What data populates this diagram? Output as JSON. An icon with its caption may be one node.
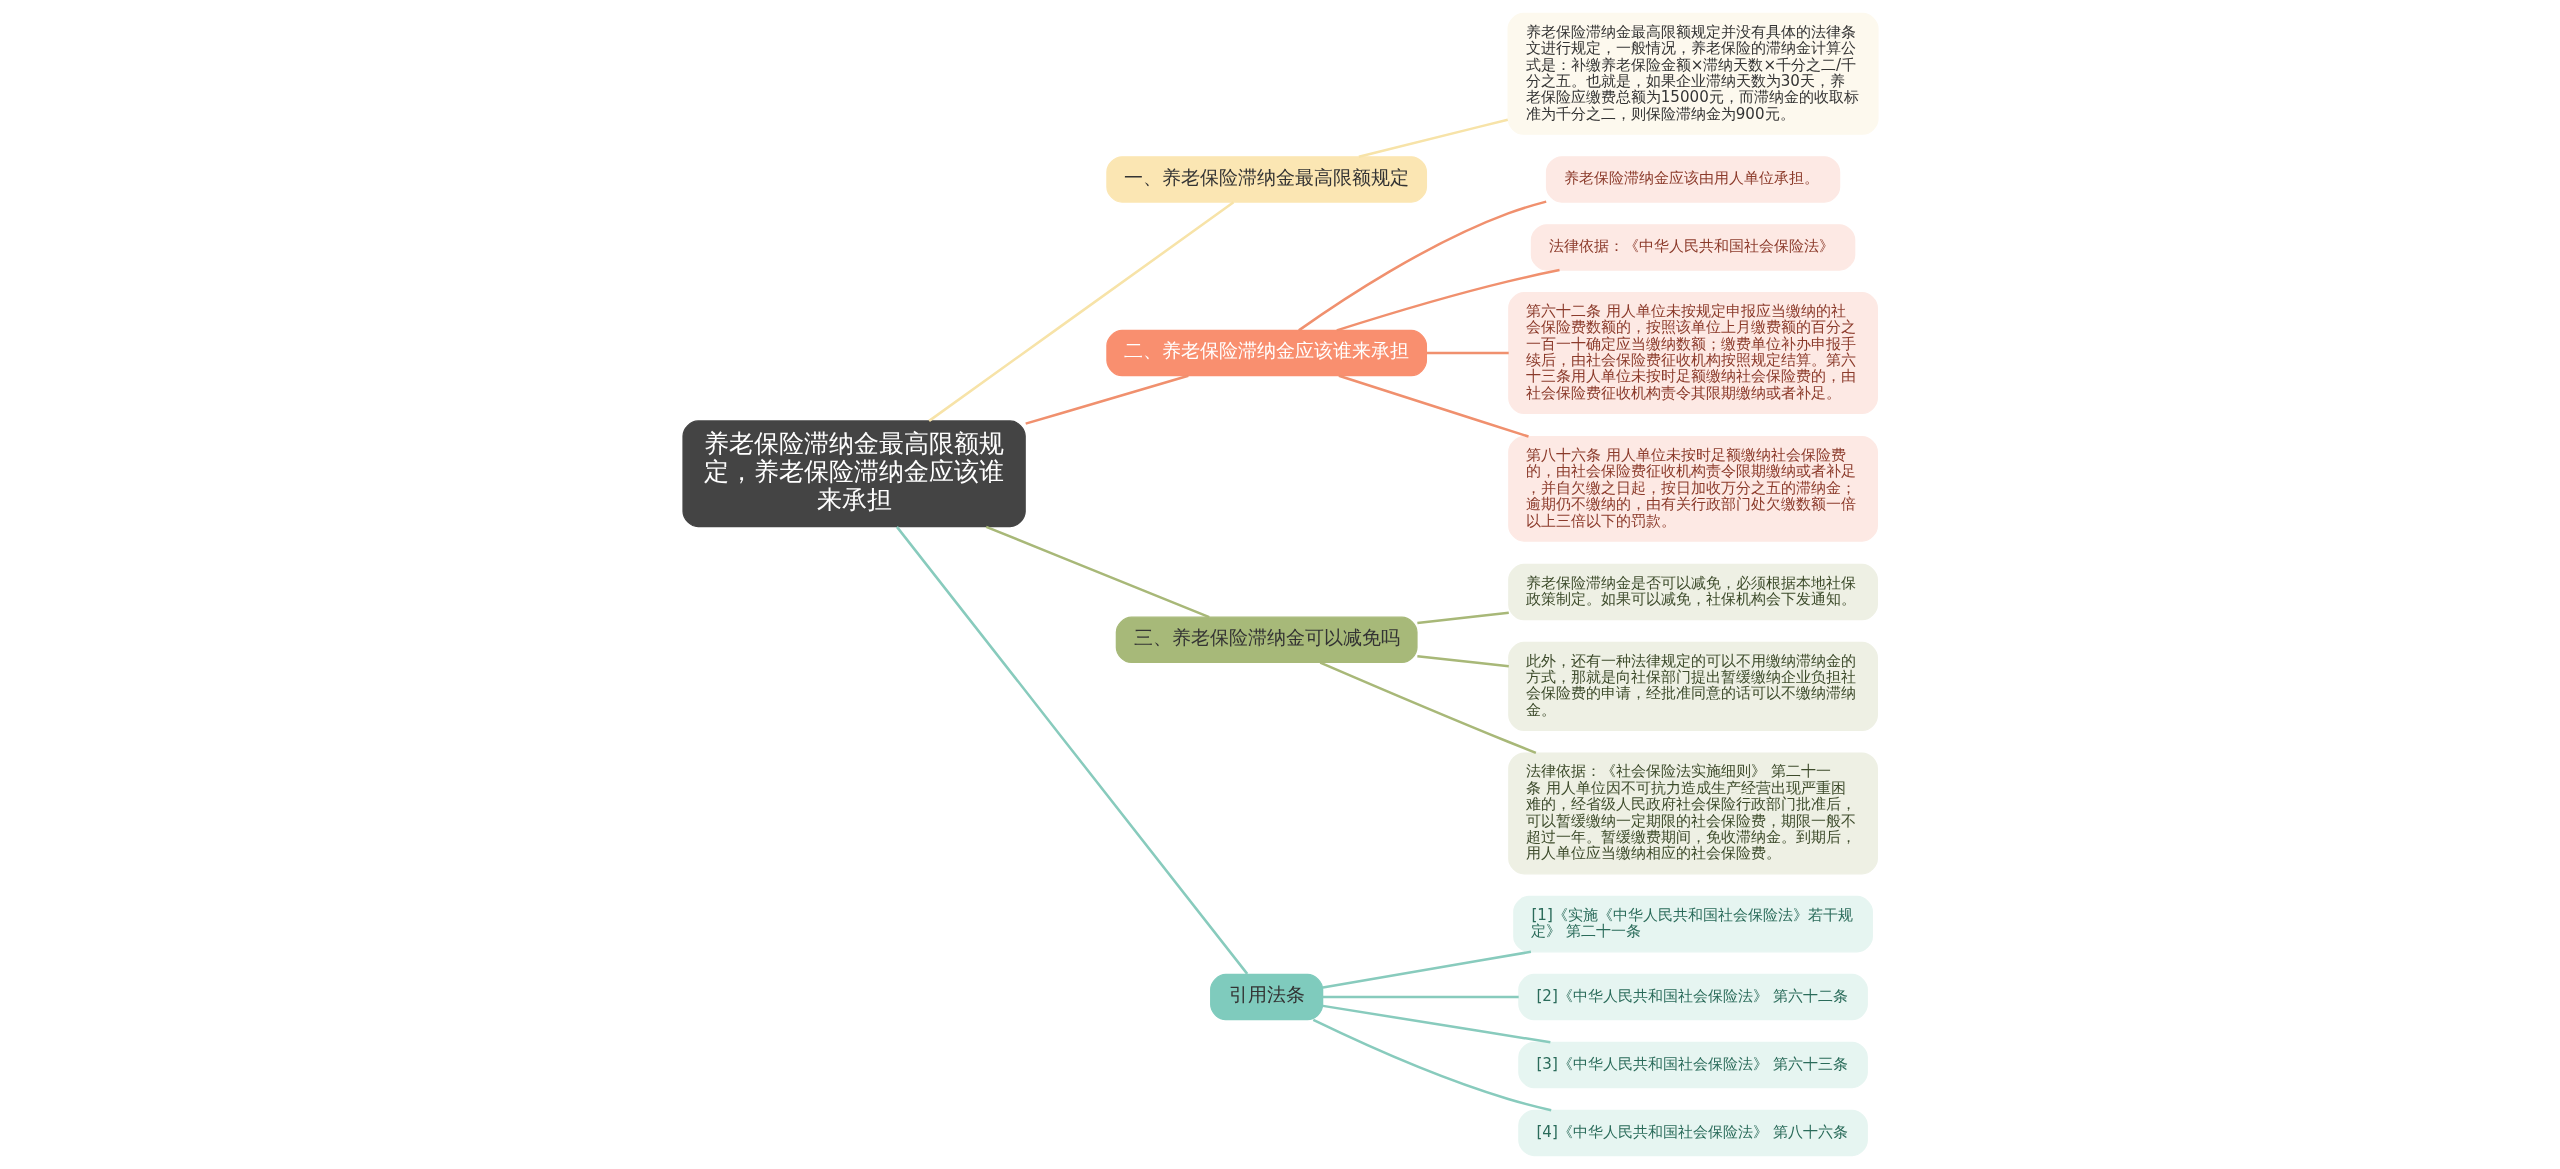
{
  "diagram": {
    "nodes": [
      {
        "text": [
          "养老保险滞纳金最高限额规定，养老保险滞纳金应该谁来承担"
        ]
      },
      {
        "text": [
          "一、养老保险滞纳金最高限额规定"
        ]
      },
      {
        "text": [
          "养老保险滞纳金最高限额规定并没有具体的法律条文进行规定，一般情况，养老保险的滞纳金计算公式是：补缴养老保险金额×滞纳天数×千分之二/千分之五。也就是，如果企业滞纳天数为30天，养老保险应缴费总额为15000元，而滞纳金的收取标准为千分之二，则保险滞纳金为900元。"
        ]
      },
      {
        "text": [
          "二、养老保险滞纳金应该谁来承担"
        ]
      },
      {
        "text": [
          "养老保险滞纳金应该由用人单位承担。"
        ]
      },
      {
        "text": [
          "法律依据：《中华人民共和国社会保险法》"
        ]
      },
      {
        "text": [
          "第六十二条 用人单位未按规定申报应当缴纳的社会保险费数额的，按照该单位上月缴费额的百分之一百一十确定应当缴纳数额；缴费单位补办申报手续后，由社会保险费征收机构按照规定结算。第六十三条用人单位未按时足额缴纳社会保险费的，由社会保险费征收机构责令其限期缴纳或者补足。"
        ]
      },
      {
        "text": [
          "第八十六条 用人单位未按时足额缴纳社会保险费的，由社会保险费征收机构责令限期缴纳或者补足，并自欠缴之日起，按日加收万分之五的滞纳金；逾期仍不缴纳的，由有关行政部门处欠缴数额一倍以上三倍以下的罚款。"
        ]
      },
      {
        "text": [
          "三、养老保险滞纳金可以减免吗"
        ]
      },
      {
        "text": [
          "养老保险滞纳金是否可以减免，必须根据本地社保政策制定。如果可以减免，社保机构会下发通知。"
        ]
      },
      {
        "text": [
          "此外，还有一种法律规定的可以不用缴纳滞纳金的方式，那就是向社保部门提出暂缓缴纳企业负担社会保险费的申请，经批准同意的话可以不缴纳滞纳金。"
        ]
      },
      {
        "text": [
          "法律依据：《社会保险法实施细则》 第二十一条 用人单位因不可抗力造成生产经营出现严重困难的，经省级人民政府社会保险行政部门批准后，可以暂缓缴纳一定期限的社会保险费，期限一般不超过一年。暂缓缴费期间，免收滞纳金。到期后，用人单位应当缴纳相应的社会保险费。"
        ]
      },
      {
        "text": [
          "引用法条"
        ]
      },
      {
        "text": [
          "[1]《实施《中华人民共和国社会保险法》若干规定》 第二十一条"
        ]
      },
      {
        "text": [
          "[2]《中华人民共和国社会保险法》 第六十二条"
        ]
      },
      {
        "text": [
          "[3]《中华人民共和国社会保险法》 第六十三条"
        ]
      },
      {
        "text": [
          "[4]《中华人民共和国社会保险法》 第八十六条"
        ]
      }
    ],
    "edges": [
      {
        "from": 0,
        "to": 1,
        "arrow": "none",
        "color": "#f7e3a8"
      },
      {
        "from": 1,
        "to": 2,
        "arrow": "none",
        "color": "#f7e3a8"
      },
      {
        "from": 0,
        "to": 3,
        "arrow": "none",
        "color": "#f0906e"
      },
      {
        "from": 3,
        "to": 4,
        "arrow": "none",
        "color": "#f0906e"
      },
      {
        "from": 3,
        "to": 5,
        "arrow": "none",
        "color": "#f0906e"
      },
      {
        "from": 3,
        "to": 6,
        "arrow": "none",
        "color": "#f0906e"
      },
      {
        "from": 3,
        "to": 7,
        "arrow": "none",
        "color": "#f0906e"
      },
      {
        "from": 0,
        "to": 8,
        "arrow": "none",
        "color": "#a8b878"
      },
      {
        "from": 8,
        "to": 9,
        "arrow": "none",
        "color": "#a8b878"
      },
      {
        "from": 8,
        "to": 10,
        "arrow": "none",
        "color": "#a8b878"
      },
      {
        "from": 8,
        "to": 11,
        "arrow": "none",
        "color": "#a8b878"
      },
      {
        "from": 0,
        "to": 12,
        "arrow": "none",
        "color": "#88cbbd"
      },
      {
        "from": 12,
        "to": 13,
        "arrow": "none",
        "color": "#88cbbd"
      },
      {
        "from": 12,
        "to": 14,
        "arrow": "none",
        "color": "#88cbbd"
      },
      {
        "from": 12,
        "to": 15,
        "arrow": "none",
        "color": "#88cbbd"
      },
      {
        "from": 12,
        "to": 16,
        "arrow": "none",
        "color": "#88cbbd"
      }
    ]
  }
}
